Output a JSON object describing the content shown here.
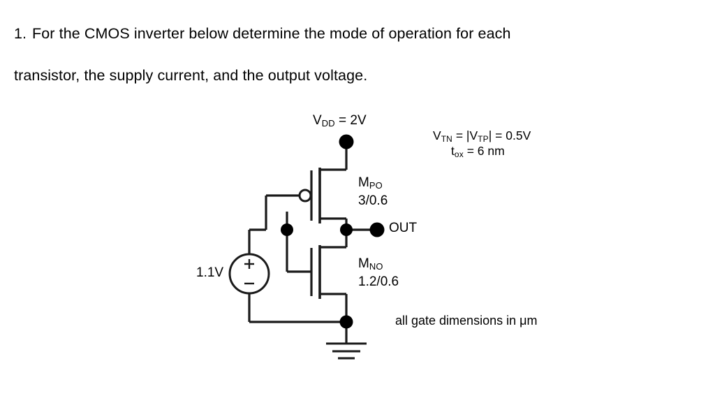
{
  "problem": {
    "number": "1.",
    "line1": "For the CMOS inverter below determine the mode of operation for each",
    "line2": "transistor, the supply current, and the output voltage."
  },
  "circuit": {
    "supply": {
      "name": "VDD",
      "base": "V",
      "subscript": "DD",
      "equals": "=",
      "value": "2V",
      "full_text": "VDD = 2V"
    },
    "parameters": {
      "threshold_line": {
        "vtn_base": "V",
        "vtn_sub": "TN",
        "eq1": " = |",
        "vtp_base": "V",
        "vtp_sub": "TP",
        "eq2": "| = 0.5V",
        "full_text": "VTN = |VTP| = 0.5V"
      },
      "oxide_line": {
        "base": "t",
        "subscript": "ox",
        "rest": " = 6 nm",
        "full_text": "tox = 6 nm"
      }
    },
    "pmos": {
      "label_base": "M",
      "label_sub": "PO",
      "label_full": "MPO",
      "dimensions": "3/0.6",
      "type": "pmos"
    },
    "nmos": {
      "label_base": "M",
      "label_sub": "NO",
      "label_full": "MNO",
      "dimensions": "1.2/0.6",
      "type": "nmos"
    },
    "output_node": {
      "label": "OUT"
    },
    "input_source": {
      "value": "1.1V",
      "plus": "+",
      "minus": "–"
    },
    "ground": {
      "symbol": "earth-ground"
    },
    "note": "all gate dimensions in μm",
    "colors": {
      "wire": "#1a1a1a",
      "node": "#000000",
      "text": "#000000",
      "background": "#ffffff"
    }
  }
}
